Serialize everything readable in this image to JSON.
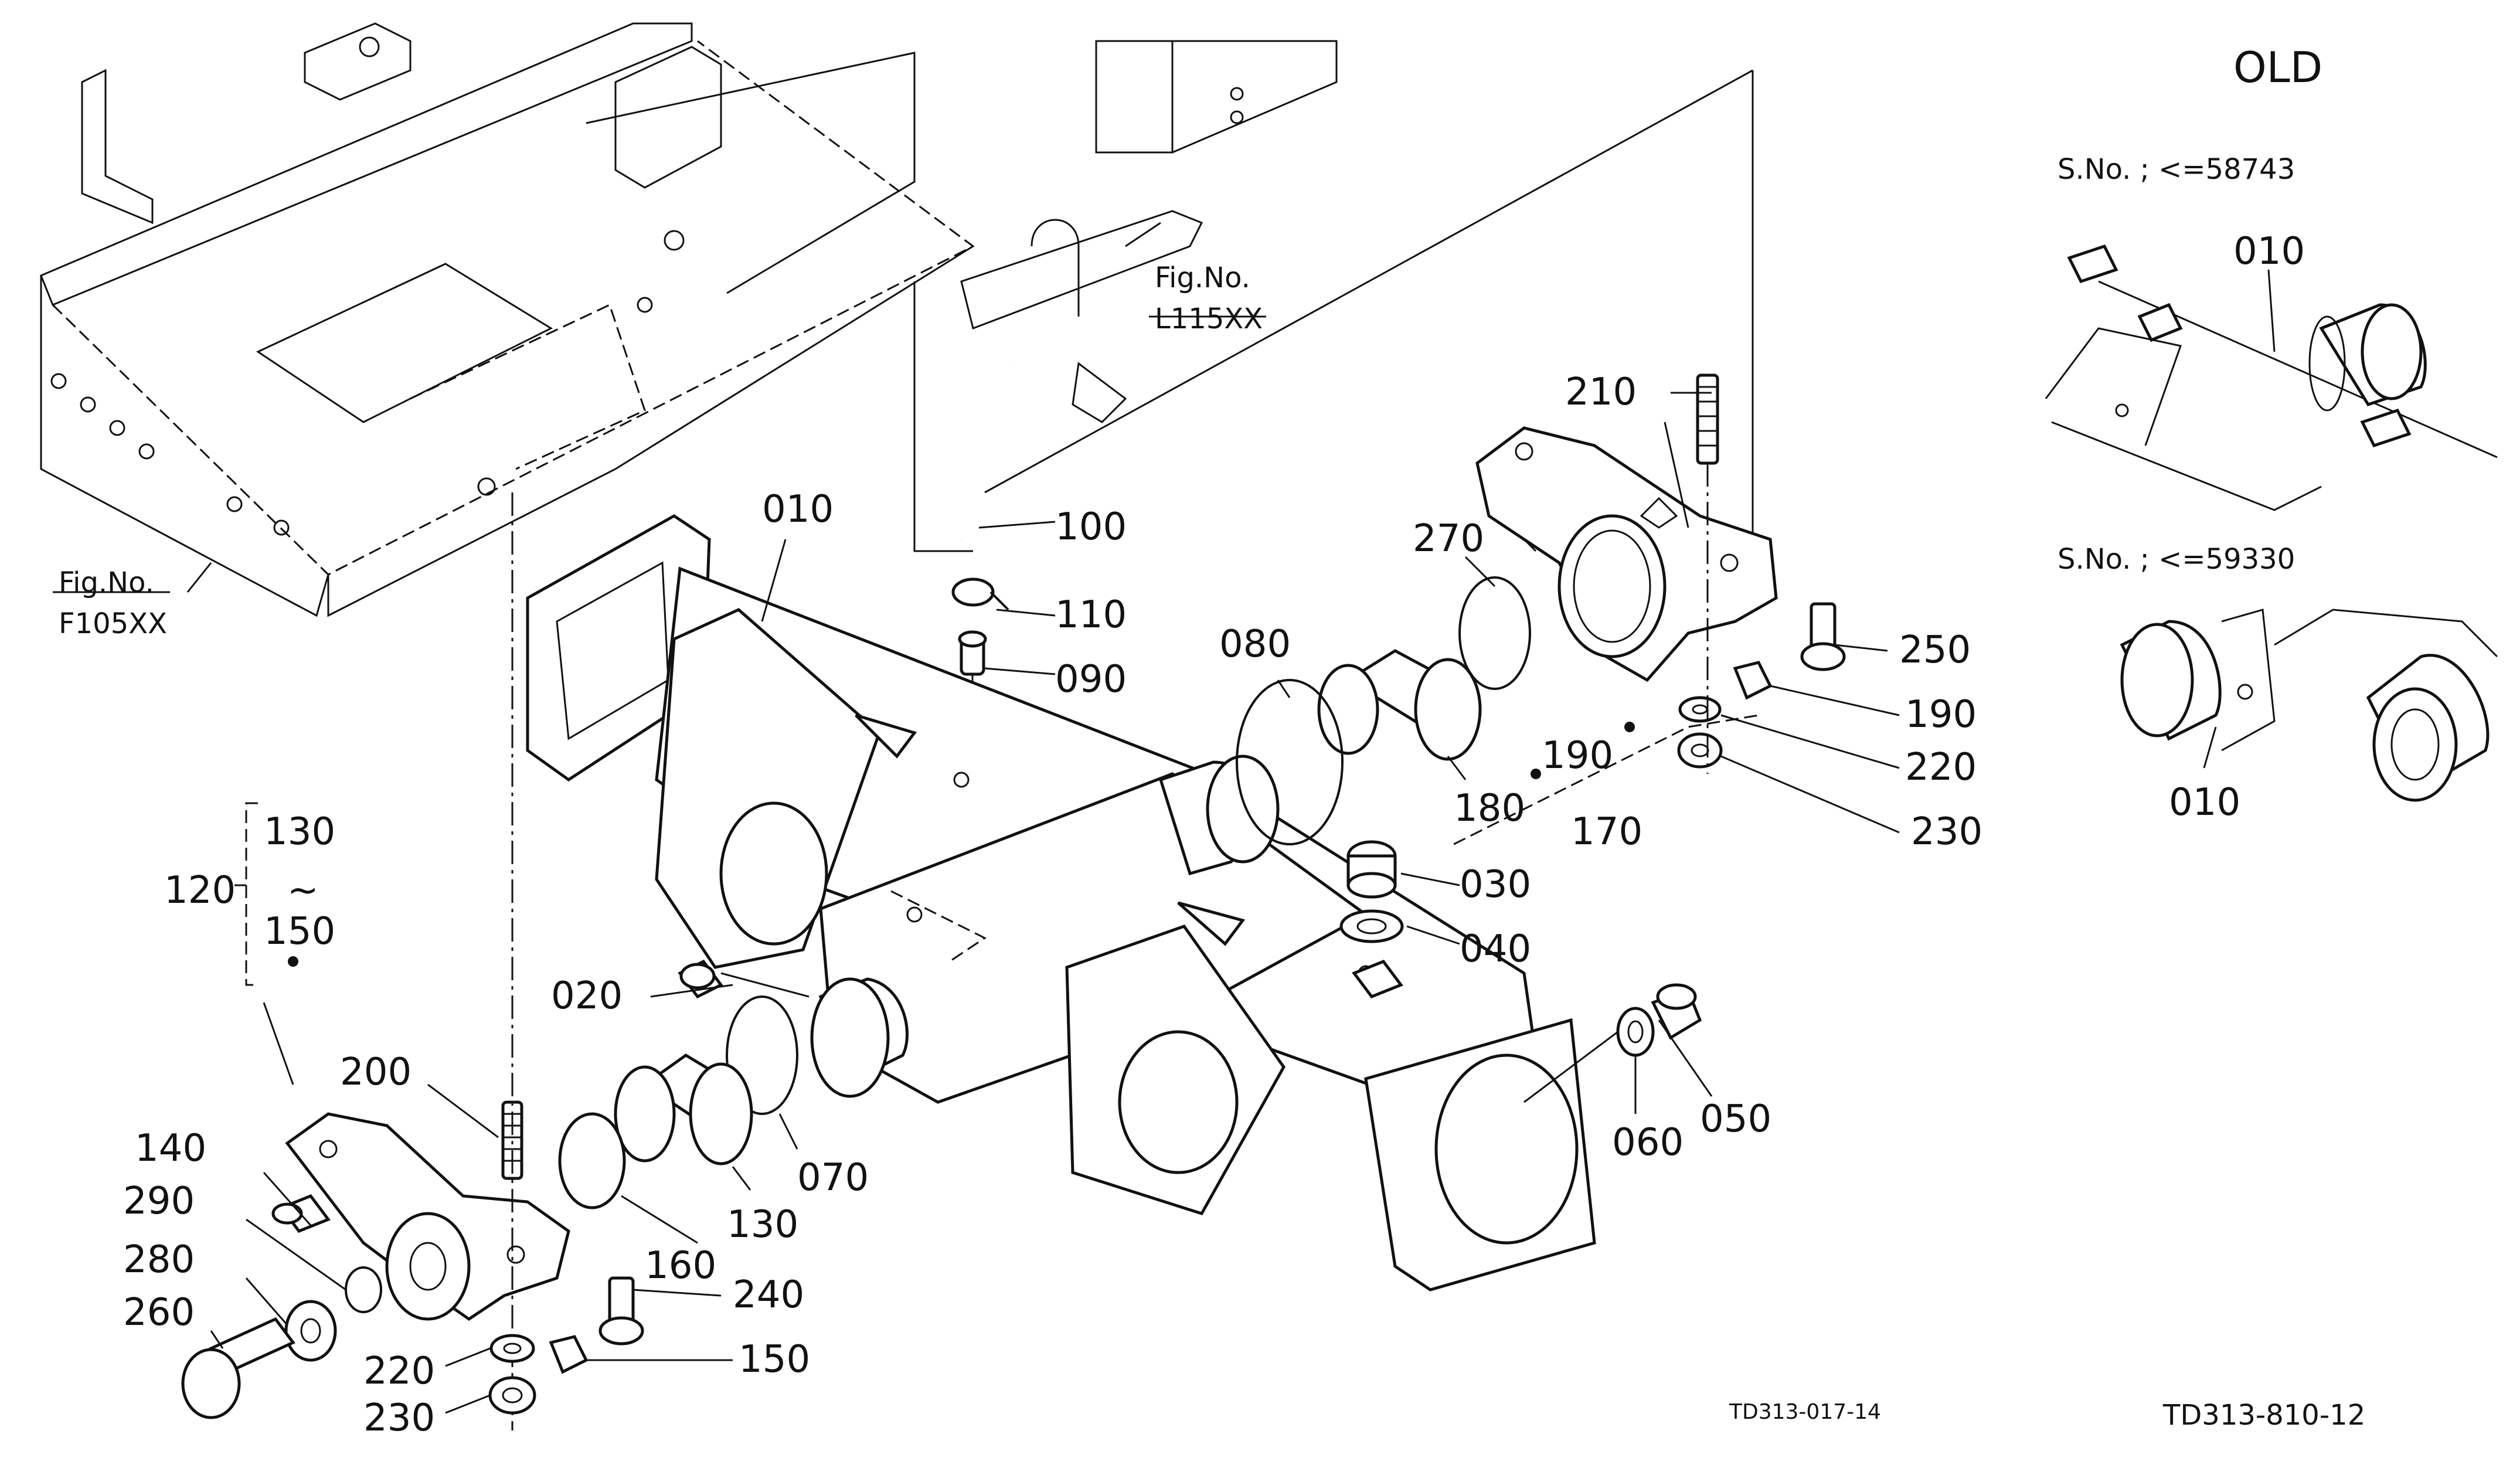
{
  "header": {
    "old_title": "OLD"
  },
  "inset_top": {
    "serial_label": "S.No. ; <=58743",
    "part_label": "010"
  },
  "inset_bottom": {
    "serial_label": "S.No. ; <=59330",
    "part_label": "010"
  },
  "figure_refs": [
    {
      "line1": "Fig.No.",
      "line2": "L115XX"
    },
    {
      "line1": "Fig.No.",
      "line2": "F105XX"
    }
  ],
  "callouts": {
    "c010": "010",
    "c020": "020",
    "c030": "030",
    "c040": "040",
    "c050": "050",
    "c060": "060",
    "c070": "070",
    "c080": "080",
    "c090": "090",
    "c100": "100",
    "c110": "110",
    "c120": "120",
    "c130a": "130",
    "c130b": "130",
    "c140": "140",
    "c150a": "150",
    "c150b": "150",
    "c160": "160",
    "c170": "170",
    "c180": "180",
    "c190a": "190",
    "c190b": "190",
    "c200": "200",
    "c210": "210",
    "c220a": "220",
    "c220b": "220",
    "c230a": "230",
    "c230b": "230",
    "c240": "240",
    "c250": "250",
    "c260": "260",
    "c270": "270",
    "c280": "280",
    "c290": "290",
    "tilde": "~"
  },
  "footer": {
    "ref_small": "TD313-017-14",
    "ref_main": "TD313-810-12"
  }
}
